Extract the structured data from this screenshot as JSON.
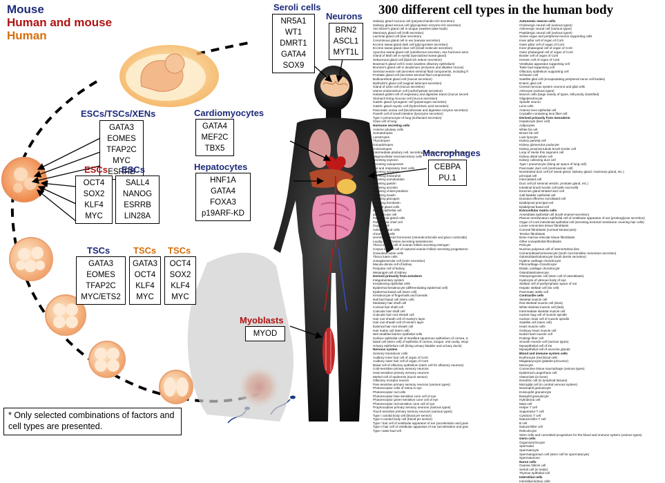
{
  "legend": {
    "mouse": "Mouse",
    "human_mouse": "Human and mouse",
    "human": "Human"
  },
  "colors": {
    "mouse": "#1c2a7a",
    "human_mouse": "#b01212",
    "human": "#d86d0c"
  },
  "title": "300 different cell types in the human body",
  "groups": {
    "seroli": {
      "label": "Seroli cells",
      "factors": [
        "NR5A1",
        "WT1",
        "DMRT1",
        "GATA4",
        "SOX9"
      ]
    },
    "neurons": {
      "label": "Neurons",
      "factors": [
        "BRN2",
        "ASCL1",
        "MYT1L"
      ]
    },
    "esc_tsc_xen": {
      "label": "ESCs/TSCs/XENs",
      "factors": [
        "GATA3",
        "EOMES",
        "TFAP2C",
        "MYC",
        "ESRRB"
      ]
    },
    "cardio": {
      "label": "Cardiomyocytes",
      "factors": [
        "GATA4",
        "MEF2C",
        "TBX5"
      ]
    },
    "hepato": {
      "label": "Hepatocytes",
      "factors": [
        "HNF1A",
        "GATA4",
        "FOXA3",
        "p19ARF-KD"
      ]
    },
    "macro": {
      "label": "Macrophages",
      "factors": [
        "CEBPA",
        "PU.1"
      ]
    },
    "esc_red": {
      "label": "ESCs",
      "factors": [
        "OCT4",
        "SOX2",
        "KLF4",
        "MYC"
      ]
    },
    "esc_navy": {
      "label": "ESCs",
      "factors": [
        "SALL4",
        "NANOG",
        "ESRRB",
        "LIN28A"
      ]
    },
    "tsc_navy": {
      "label": "TSCs",
      "factors": [
        "GATA3",
        "EOMES",
        "TFAP2C",
        "MYC/ETS2"
      ]
    },
    "tsc_orange1": {
      "label": "TSCs",
      "factors": [
        "GATA3",
        "OCT4",
        "KLF4",
        "MYC"
      ]
    },
    "tsc_orange2": {
      "label": "TSCs",
      "factors": [
        "OCT4",
        "SOX2",
        "KLF4",
        "MYC"
      ]
    },
    "myo": {
      "label": "Myoblasts",
      "factors": [
        "MYOD"
      ]
    }
  },
  "note": "* Only selected combinations of factors and cell types are presented.",
  "cell_list": {
    "col1": [
      "Salivary gland mucous cell (polysaccharide-rich secretion)",
      "Salivary gland serous cell (glycoprotein enzyme-rich secretion)",
      "Von Ebner's gland cell in tongue (washes taste buds)",
      "Mammary gland cell (milk secretion)",
      "Lacrimal gland cell (tear secretion)",
      "Ceruminous gland cell in ear (earwax secretion)",
      "Eccrine sweat gland dark cell (glycoprotein secretion)",
      "Eccrine sweat gland clear cell (small molecule secretion)",
      "Apocrine sweat gland cell (odoriferous secretion, sex-hormone sensitive)",
      "Gland of Moll cell in eyelid (specialized sweat gland)",
      "Sebaceous gland cell (lipid-rich sebum secretion)",
      "Bowman's gland cell in nose (washes olfactory epithelium)",
      "Brunner's gland cell in duodenum (enzymes and alkaline mucus)",
      "Seminal vesicle cell (secretes seminal fluid components, including fructose for swimming sperm)",
      "Prostate gland cell (secretes seminal fluid components)",
      "Bulbourethral gland cell (mucus secretion)",
      "Bartholin's gland cell (vaginal lubricant secretion)",
      "Gland of Littre cell (mucus secretion)",
      "Uterus endometrium cell (carbohydrate secretion)",
      "Isolated goblet cell of respiratory and digestive tracts (mucus secretion)",
      "Stomach lining mucous cell (mucus secretion)",
      "Gastric gland zymogenic cell (pepsinogen secretion)",
      "Gastric gland oxyntic cell (hydrochloric acid secretion)",
      "Pancreatic acinar cell (bicarbonate and digestive enzyme secretion)",
      "Paneth cell of small intestine (lysozyme secretion)",
      "Type II pneumocyte of lung (surfactant secretion)",
      "Clara cell of lung",
      "Hormone secreting cells",
      "Anterior pituitary cells",
      "Somatotropes",
      "Lactotropes",
      "Thyrotropes",
      "Gonadotropes",
      "Corticotropes",
      "Intermediate pituitary cell, secreting melanocyte-stimulating hormone",
      "Magnocellular neurosecretory cells",
      "secreting oxytocin",
      "secreting vasopressin",
      "Gut and respiratory tract cells",
      "secreting serotonin",
      "secreting endorphin",
      "secreting somatostatin",
      "secreting gastrin",
      "secreting secretin",
      "secreting cholecystokinin",
      "secreting insulin",
      "secreting glucagon",
      "secreting bombesin",
      "Thyroid gland cells",
      "thyroid epithelial cell",
      "parafollicular cell",
      "Parathyroid gland cells",
      "Parathyroid chief cell",
      "Oxyphil cell",
      "Adrenal gland cells",
      "chromaffin cells",
      "secreting steroid hormones (mineralcorticoids and gluco corticoids)",
      "Leydig cell of testes secreting testosterone",
      "Theca interna cell of ovarian follicle secreting estrogen",
      "Corpus luteum cell of ruptured ovarian follicle secreting progesterone",
      "Granulosa lutein cells",
      "Theca lutein cells",
      "Juxtaglomerular cell (renin secretion)",
      "Macula densa cell of kidney",
      "Peripolar cell of kidney",
      "Mesangial cell of kidney",
      "Derived primarily from ectoderm",
      "Integumentary system",
      "Keratinizing epithelial cells",
      "Epidermal keratinocyte (differentiating epidermal cell)",
      "Epidermal basal cell (stem cell)",
      "Keratinocyte of fingernails and toenails",
      "Nail bed basal cell (stem cell)",
      "Medullary hair shaft cell",
      "Cortical hair shaft cell",
      "Cuticular hair shaft cell",
      "Cuticular hair root sheath cell",
      "Hair root sheath cell of Huxley's layer",
      "Hair root sheath cell of Henle's layer",
      "External hair root sheath cell",
      "Hair matrix cell (stem cell)",
      "Wet stratified barrier epithelial cells",
      "Surface epithelial cell of stratified squamous epithelium of cornea, tongue, oral cavity, esophagus, anal canal, distal urethra and vagina",
      "basal cell (stem cell) of epithelia of cornea, tongue, oral cavity, esophagus, anal canal, distal urethra and vagina",
      "Urinary epithelium cell (lining urinary bladder and urinary ducts)",
      "Nervous system",
      "Sensory transducer cells",
      "Auditory inner hair cell of organ of Corti",
      "Auditory outer hair cell of organ of Corti",
      "Basal cell of olfactory epithelium (stem cell for olfactory neurons)",
      "Cold-sensitive primary sensory neurons",
      "Heat-sensitive primary sensory neurons",
      "Merkel cell of epidermis (touch sensor)",
      "Olfactory receptor neuron",
      "Pain-sensitive primary sensory neurons (various types)",
      "Photoreceptor cells of retina in eye",
      "Photoreceptor rod cells",
      "Photoreceptor blue-sensitive cone cell of eye",
      "Photoreceptor green-sensitive cone cell of eye",
      "Photoreceptor red-sensitive cone cell of eye",
      "Proprioceptive primary sensory neurons (various types)",
      "Touch-sensitive primary sensory neurons (various types)",
      "Type I carotid body cell (blood pH sensor)",
      "Type II carotid body cell (blood pH sensor)",
      "Type I hair cell of vestibular apparatus of ear (acceleration and gravity)",
      "Type II hair cell of vestibular apparatus of ear (acceleration and gravity)",
      "Type I taste bud cell"
    ],
    "col2": [
      "Autonomic neuron cells",
      "Cholinergic neural cell (various types)",
      "Adrenergic neural cell (various types)",
      "Peptidergic neural cell (various types)",
      "Sense organ and peripheral neuron supporting cells",
      "Inner pillar cell of organ of Corti",
      "Outer pillar cell of organ of Corti",
      "Inner phalangeal cell of organ of Corti",
      "Outer phalangeal cell of organ of Corti",
      "Border cell of organ of Corti",
      "Hensen cell of organ of Corti",
      "Vestibular apparatus supporting cell",
      "Taste bud supporting cell",
      "Olfactory epithelium supporting cell",
      "Schwann cell",
      "Satellite glial cell (encapsulating peripheral nerve cell bodies)",
      "Enteric glial cell",
      "Central nervous system neurons and glial cells",
      "Astrocyte (various types)",
      "Neuron cells (large variety of types, still poorly classified)",
      "Oligodendrocyte",
      "Spindle neuron",
      "Lens cells",
      "Anterior lens epithelial cell",
      "Crystallin-containing lens fiber cell",
      "Derived primarily from mesoderm",
      "Hepatocyte (liver cell)",
      "Adipocytes",
      "White fat cell",
      "Brown fat cell",
      "Liver lipocyte",
      "Kidney parietal cell",
      "Kidney glomerulus podocyte",
      "Kidney proximal tubule brush border cell",
      "Loop of Henle thin segment cell",
      "Kidney distal tubule cell",
      "Kidney collecting duct cell",
      "Type I pneumocyte (lining air space of lung cell)",
      "Pancreatic duct cell (centroacinar cell)",
      "Nonstriated duct cell (of sweat gland, salivary gland, mammary gland, etc.)",
      "principal cell",
      "Intercalated cell",
      "Duct cell (of seminal vesicle, prostate gland, etc.)",
      "Intestinal brush border cell (with microvilli)",
      "Exocrine gland striated duct cell",
      "Gall bladder epithelial cell",
      "Ductulus efferens nonciliated cell",
      "Epididymal principal cell",
      "Epididymal basal cell",
      "Extracellular matrix cells",
      "Ameloblast epithelial cell (tooth enamel secretion)",
      "Planum semilunatum epithelial cell of vestibular apparatus of ear (proteoglycan secretion)",
      "Organ of Corti interdental epithelial cell (secreting tectorial membrane covering hair cells)",
      "Loose connective tissue fibroblasts",
      "Corneal fibroblasts (corneal keratocytes)",
      "Tendon fibroblasts",
      "Bone marrow reticular tissue fibroblasts",
      "Other nonepithelial fibroblasts",
      "Pericyte",
      "Nucleus pulposus cell of intervertebral disc",
      "Cementoblast/cementocyte (tooth root bonelike cementum secretion)",
      "Odontoblast/odontocyte (tooth dentin secretion)",
      "Hyaline cartilage chondrocyte",
      "Fibrocartilage chondrocyte",
      "Elastic cartilage chondrocyte",
      "Osteoblast/osteocyte",
      "Osteoprogenitor cell (stem cell of osteoblasts)",
      "Hyalocyte of vitreous body of eye",
      "Stellate cell of perilymphatic space of ear",
      "Hepatic stellate cell (Ito cell)",
      "Pancreatic stelle cell",
      "Contractile cells",
      "Skeletal muscle cell",
      "Red skeletal muscle cell (slow)",
      "White skeletal muscle cell (fast)",
      "Intermediate skeletal muscle cell",
      "nuclear bag cell of muscle spindle",
      "nuclear chain cell of muscle spindle",
      "Satellite cell (stem cell)",
      "Heart muscle cells",
      "Ordinary heart muscle cell",
      "Nodal heart muscle cell",
      "Purkinje fiber cell",
      "Smooth muscle cell (various types)",
      "Myoepithelial cell of iris",
      "Myoepithelial cell of exocrine glands",
      "Blood and immune system cells",
      "Erythrocyte (red blood cell)",
      "Megakaryocyte (platelet precursor)",
      "Monocyte",
      "Connective tissue macrophage (various types)",
      "Epidermal Langerhans cell",
      "Osteoclast (in bone)",
      "Dendritic cell (in lymphoid tissues)",
      "Microglial cell (in central nervous system)",
      "Neutrophil granulocyte",
      "Eosinophil granulocyte",
      "Basophil granulocyte",
      "Hybridoma cell",
      "Mast cell",
      "Helper T cell",
      "Suppressor T cell",
      "Cytotoxic T cell",
      "Natural Killer T cell",
      "B cell",
      "Natural killer cell",
      "Reticulocyte",
      "Stem cells and committed progenitors for the blood and immune system (various types)",
      "Germ cells",
      "Oogonium/Oocyte",
      "Spermatid",
      "Spermatocyte",
      "Spermatogonium cell (stem cell for spermatocyte)",
      "Spermatozoon",
      "Nurse cells",
      "Ovarian follicle cell",
      "Sertoli cell (in testis)",
      "Thymus epithelial cell",
      "Interstitial cells",
      "Interstitial kidney cells"
    ],
    "headers": [
      "Hormone secreting cells",
      "Derived primarily from ectoderm",
      "Nervous system",
      "Autonomic neuron cells",
      "Derived primarily from mesoderm",
      "Extracellular matrix cells",
      "Contractile cells",
      "Blood and immune system cells",
      "Germ cells",
      "Nurse cells",
      "Interstitial cells"
    ]
  }
}
